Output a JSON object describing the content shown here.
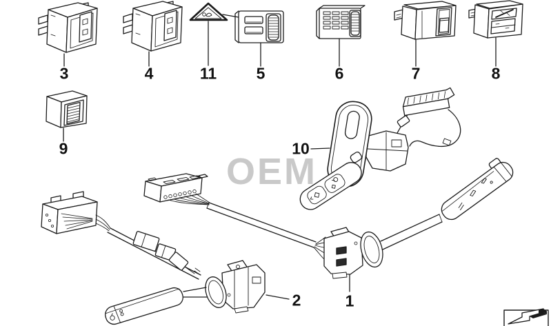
{
  "diagram": {
    "watermark": "OEM",
    "background_color": "#ffffff",
    "line_color": "#1a1a1a",
    "watermark_color": "#c9c9c9",
    "parts": [
      {
        "number": "1",
        "icon": "wiper-stalk-switch-with-harness-icon"
      },
      {
        "number": "2",
        "icon": "turn-signal-stalk-switch-with-harness-icon"
      },
      {
        "number": "3",
        "icon": "rocker-switch-icon"
      },
      {
        "number": "4",
        "icon": "rocker-switch-icon"
      },
      {
        "number": "5",
        "icon": "push-button-switch-with-thumbwheel-icon"
      },
      {
        "number": "6",
        "icon": "louvered-switch-with-thumbwheel-icon"
      },
      {
        "number": "7",
        "icon": "slider-switch-icon"
      },
      {
        "number": "8",
        "icon": "rocker-switch-with-lamp-symbol-icon"
      },
      {
        "number": "9",
        "icon": "thumbwheel-dimmer-switch-icon"
      },
      {
        "number": "10",
        "icon": "cruise-control-stalk-switch-icon"
      },
      {
        "number": "11",
        "icon": "warning-triangle-symbol-icon"
      }
    ],
    "corner_mark_icon": "page-turn-arrow-icon"
  }
}
